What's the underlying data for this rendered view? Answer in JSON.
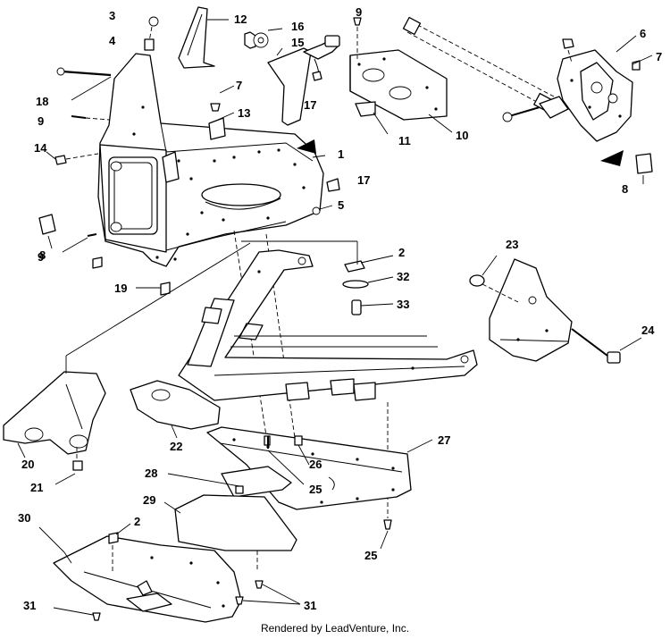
{
  "diagram": {
    "callouts": {
      "c1": "1",
      "c2a": "2",
      "c2b": "2",
      "c3": "3",
      "c4": "4",
      "c5": "5",
      "c6": "6",
      "c7a": "7",
      "c7b": "7",
      "c8a": "8",
      "c8b": "8",
      "c9a": "9",
      "c9b": "9",
      "c9c": "9",
      "c10": "10",
      "c11": "11",
      "c12": "12",
      "c13": "13",
      "c14": "14",
      "c15": "15",
      "c16": "16",
      "c17a": "17",
      "c17b": "17",
      "c18": "18",
      "c19": "19",
      "c20": "20",
      "c21": "21",
      "c22": "22",
      "c23": "23",
      "c24": "24",
      "c25a": "25",
      "c25b": "25",
      "c26": "26",
      "c27": "27",
      "c28": "28",
      "c29": "29",
      "c30": "30",
      "c31a": "31",
      "c31b": "31",
      "c32": "32",
      "c33": "33"
    }
  },
  "footer": {
    "credit": "Rendered by LeadVenture, Inc."
  }
}
